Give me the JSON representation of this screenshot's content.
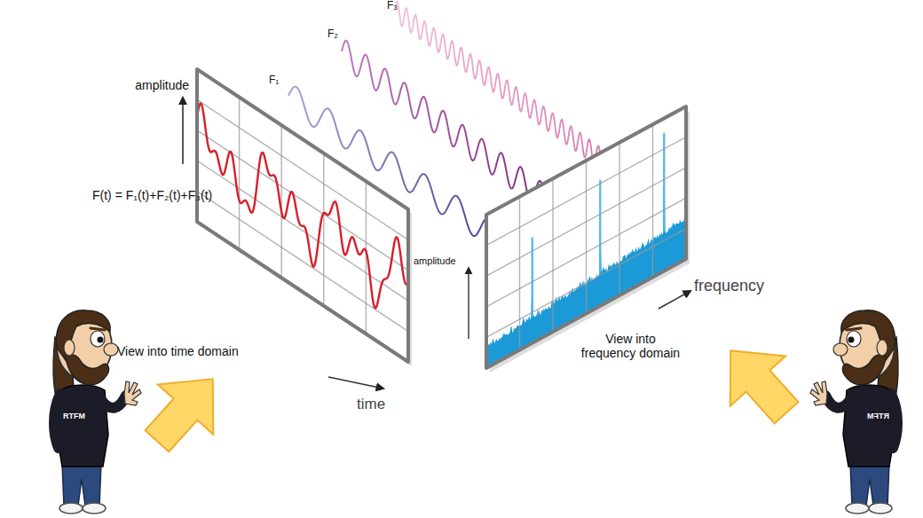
{
  "diagram": {
    "labels": [
      "F₃",
      "F₂",
      "F₁",
      "amplitude",
      "F(t) = F₁(t)+F₂(t)+F₃(t)",
      "View into time domain",
      "time",
      "amplitude",
      "frequency",
      "View into frequency domain",
      "RTFM",
      "RTFM"
    ]
  }
}
